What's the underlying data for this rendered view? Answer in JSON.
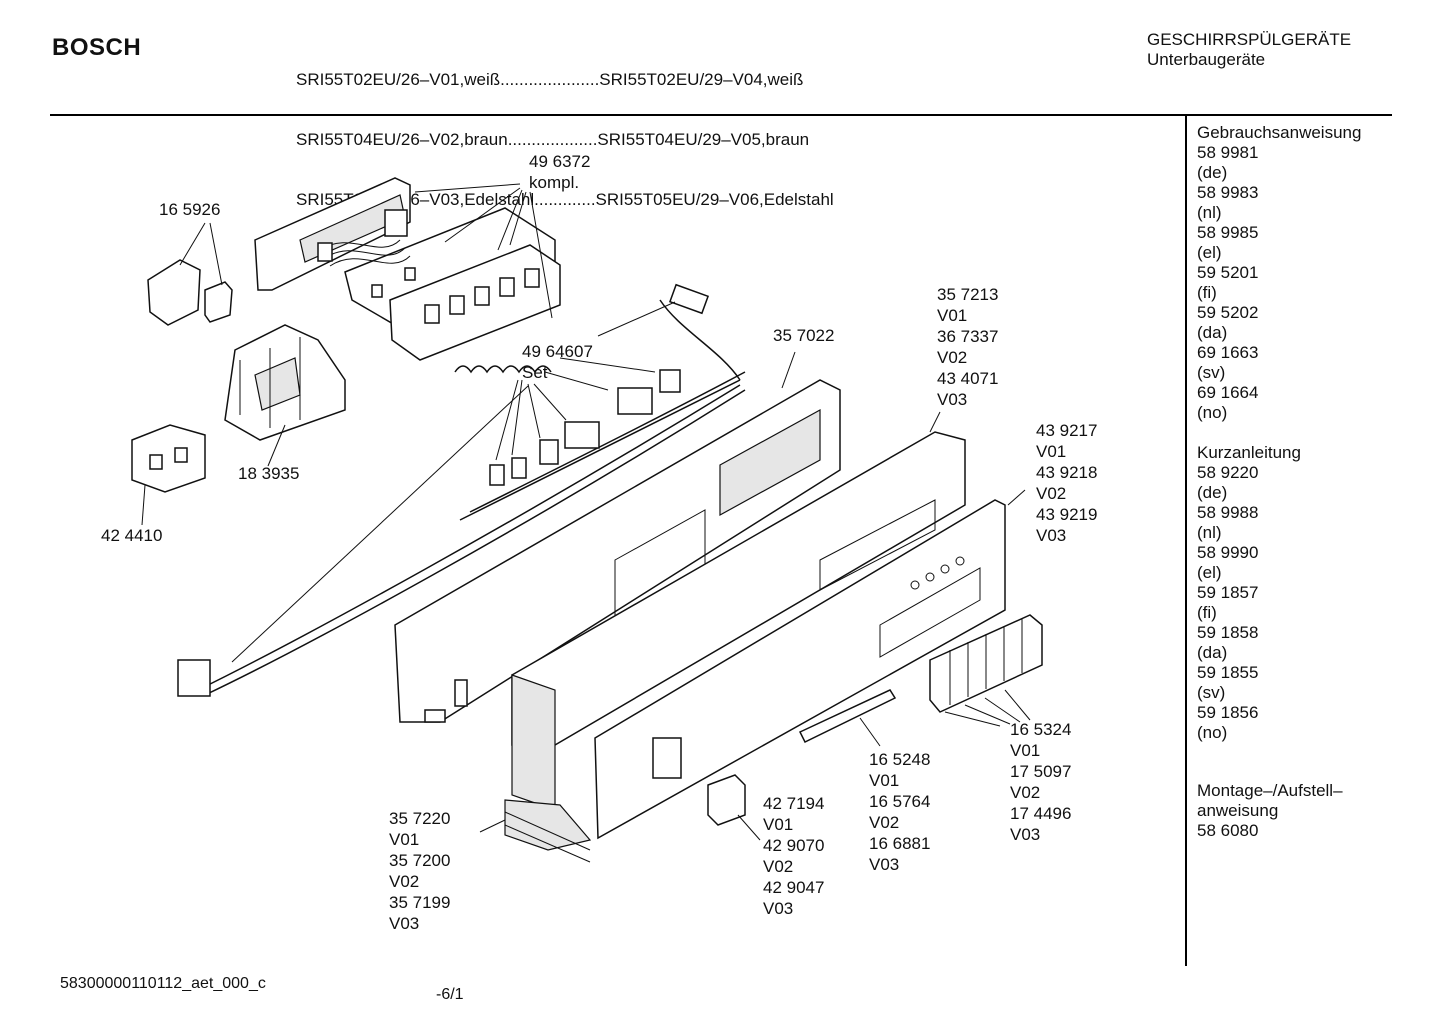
{
  "header": {
    "brand": "BOSCH",
    "models": [
      "SRI55T02EU/26–V01,weiß.....................SRI55T02EU/29–V04,weiß",
      "SRI55T04EU/26–V02,braun...................SRI55T04EU/29–V05,braun",
      "SRI55T05EU/26–V03,Edelstahl.............SRI55T05EU/29–V06,Edelstahl"
    ],
    "category": "GESCHIRRSPÜLGERÄTE",
    "subcategory": "Unterbaugeräte"
  },
  "sidebar": {
    "groups": [
      {
        "lines": [
          "Gebrauchsanweisung",
          "58 9981",
          "(de)",
          "58 9983",
          "(nl)",
          "58 9985",
          "(el)",
          "59 5201",
          "(fi)",
          "59 5202",
          "(da)",
          "69 1663",
          "(sv)",
          "69 1664",
          "(no)"
        ]
      },
      {
        "lines": [
          "Kurzanleitung",
          "58 9220",
          "(de)",
          "58 9988",
          "(nl)",
          "58 9990",
          "(el)",
          "59 1857",
          "(fi)",
          "59 1858",
          "(da)",
          "59 1855",
          "(sv)",
          "59 1856",
          "(no)"
        ]
      },
      {
        "lines": [
          "Montage–/Aufstell–",
          "anweisung",
          "58 6080"
        ]
      }
    ]
  },
  "callouts": {
    "c_496372": {
      "lines": [
        "49 6372",
        "kompl."
      ]
    },
    "c_165926": {
      "lines": [
        "16 5926"
      ]
    },
    "c_183935": {
      "lines": [
        "18 3935"
      ]
    },
    "c_424410": {
      "lines": [
        "42 4410"
      ]
    },
    "c_4964607": {
      "lines": [
        "49 64607",
        "Set"
      ]
    },
    "c_357022": {
      "lines": [
        "35 7022"
      ]
    },
    "c_357213": {
      "lines": [
        "35 7213",
        "V01",
        "36 7337",
        "V02",
        "43 4071",
        "V03"
      ]
    },
    "c_439217": {
      "lines": [
        "43 9217",
        "V01",
        "43 9218",
        "V02",
        "43 9219",
        "V03"
      ]
    },
    "c_165324": {
      "lines": [
        "16 5324",
        "V01",
        "17 5097",
        "V02",
        "17 4496",
        "V03"
      ]
    },
    "c_165248": {
      "lines": [
        "16 5248",
        "V01",
        "16 5764",
        "V02",
        "16 6881",
        "V03"
      ]
    },
    "c_427194": {
      "lines": [
        "42 7194",
        "V01",
        "42 9070",
        "V02",
        "42 9047",
        "V03"
      ]
    },
    "c_357220": {
      "lines": [
        "35 7220",
        "V01",
        "35 7200",
        "V02",
        "35 7199",
        "V03"
      ]
    }
  },
  "footer": {
    "code": "58300000110112_aet_000_c",
    "page": "-6/1"
  }
}
